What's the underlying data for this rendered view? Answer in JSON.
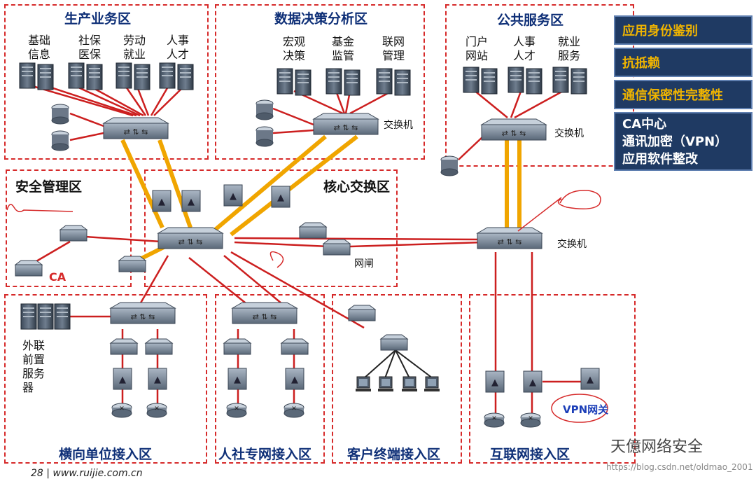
{
  "zones": {
    "production": {
      "title": "生产业务区",
      "servers": [
        "基础\n信息",
        "社保\n医保",
        "劳动\n就业",
        "人事\n人才"
      ]
    },
    "analysis": {
      "title": "数据决策分析区",
      "servers": [
        "宏观\n决策",
        "基金\n监管",
        "联网\n管理"
      ],
      "switch_label": "交换机"
    },
    "public": {
      "title": "公共服务区",
      "servers": [
        "门户\n网站",
        "人事\n人才",
        "就业\n服务"
      ],
      "switch_label": "交换机"
    },
    "security": {
      "title": "安全管理区",
      "ca_label": "CA"
    },
    "core": {
      "title": "核心交换区",
      "gateway_label": "网闸"
    },
    "internet_switch_label": "交换机",
    "horizontal": {
      "title": "横向单位接入区",
      "server_label": "外联\n前置\n服务\n器"
    },
    "hrss": {
      "title": "人社专网接入区"
    },
    "client": {
      "title": "客户终端接入区"
    },
    "internet": {
      "title": "互联网接入区",
      "vpn_label": "VPN网关"
    }
  },
  "panel": {
    "item1": "应用身份鉴别",
    "item2": "抗抵赖",
    "item3": "通信保密性完整性",
    "item4_lines": [
      "CA中心",
      "通讯加密（VPN）",
      "应用软件整改"
    ]
  },
  "footer": "28 | www.ruijie.com.cn",
  "watermark": "天億网络安全",
  "watermark_url": "https://blog.csdn.net/oldmao_2001",
  "colors": {
    "zone_border": "#d62a2a",
    "zone_title": "#0e2f77",
    "link_red": "#cc1f1f",
    "link_trunk": "#f0a500",
    "panel_bg": "#1f3a63",
    "panel_text": "#f0b400"
  }
}
